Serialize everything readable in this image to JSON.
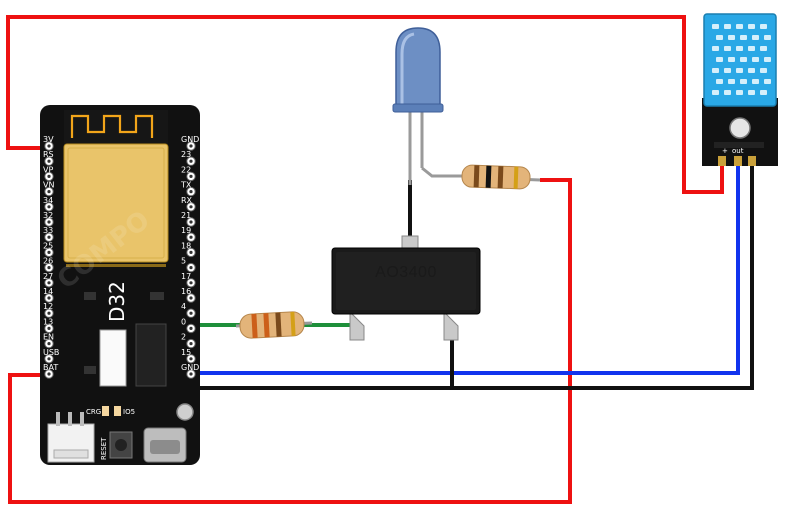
{
  "board": {
    "name": "D32",
    "left_pins": [
      "3V",
      "RS",
      "VP",
      "VN",
      "34",
      "32",
      "33",
      "25",
      "26",
      "27",
      "14",
      "12",
      "13",
      "EN",
      "USB",
      "BAT"
    ],
    "right_pins": [
      "GND",
      "23",
      "22",
      "TX",
      "RX",
      "21",
      "19",
      "18",
      "5",
      "17",
      "16",
      "4",
      "0",
      "2",
      "15",
      "GND"
    ],
    "led_label_chg": "CRG",
    "led_label_io5": "IO5",
    "reset_label": "RESET",
    "watermark": "COMPO"
  },
  "mosfet": {
    "label": "AO3400"
  },
  "sensor": {
    "label_plus": "+",
    "label_out": "out"
  },
  "colors": {
    "power": "#ee1111",
    "ground": "#111111",
    "data": "#1133ee",
    "gate": "#1e8f3a",
    "board": "#111111",
    "sensor_body": "#2aa8e6"
  }
}
